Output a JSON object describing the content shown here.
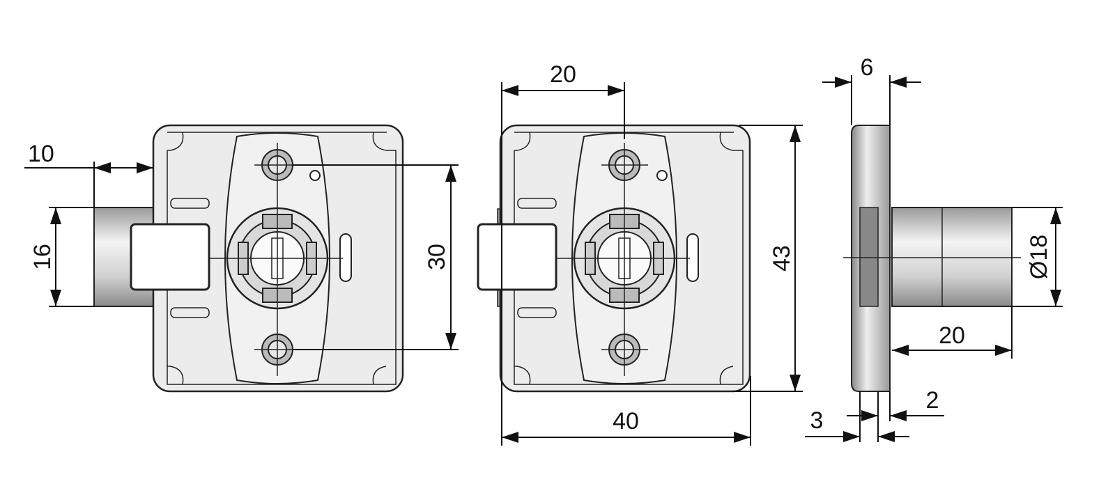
{
  "drawing": {
    "front_view": {
      "bolt_offset": "10",
      "bolt_height": "16",
      "screw_spacing": "30"
    },
    "rear_view": {
      "center_offset": "20",
      "height": "43",
      "width": "40"
    },
    "side_view": {
      "flange_thickness": "6",
      "cylinder_diameter": "Ø18",
      "cylinder_length": "20",
      "gap": "2",
      "plate": "3"
    }
  },
  "colors": {
    "line": "#111111",
    "body_fill": "#ececec",
    "metal": "#c8c8c8"
  }
}
